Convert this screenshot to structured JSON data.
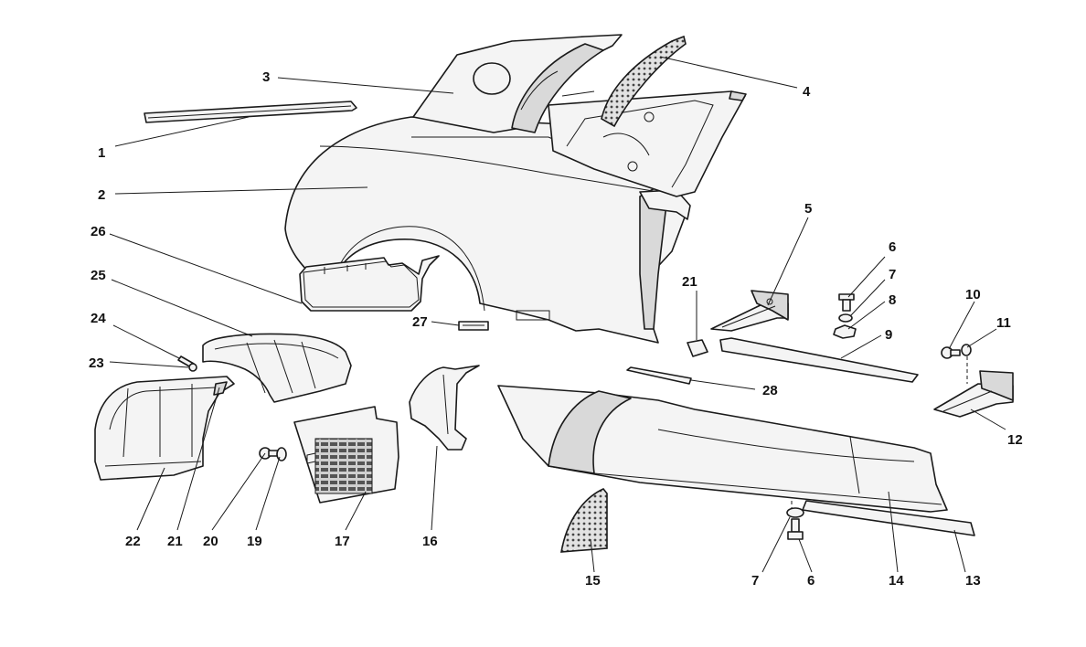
{
  "callouts": {
    "c1": "1",
    "c2": "2",
    "c3": "3",
    "c4": "4",
    "c5": "5",
    "c6a": "6",
    "c6b": "6",
    "c7a": "7",
    "c7b": "7",
    "c8": "8",
    "c9": "9",
    "c10": "10",
    "c11": "11",
    "c12": "12",
    "c13": "13",
    "c14": "14",
    "c15": "15",
    "c16": "16",
    "c17": "17",
    "c19": "19",
    "c20": "20",
    "c21a": "21",
    "c21b": "21",
    "c22": "22",
    "c23": "23",
    "c24": "24",
    "c25": "25",
    "c26": "26",
    "c27": "27",
    "c28": "28"
  },
  "colors": {
    "line": "#1a1a1a",
    "fill": "#f4f4f4",
    "shade": "#d9d9d9",
    "mesh": "#bdbdbd"
  }
}
